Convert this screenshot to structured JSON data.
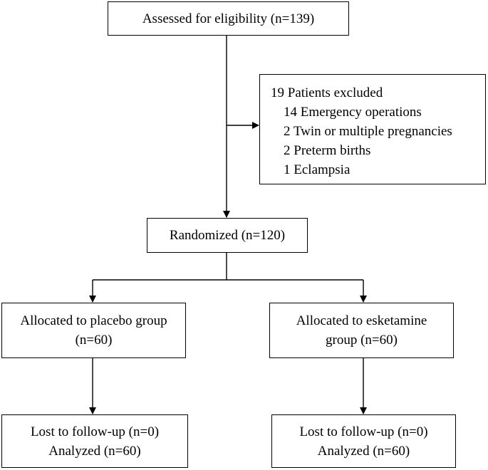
{
  "flowchart": {
    "assessed": {
      "text": "Assessed for eligibility (n=139)"
    },
    "excluded": {
      "heading": "19 Patients excluded",
      "reasons": [
        "14 Emergency operations",
        "2 Twin or multiple pregnancies",
        "2 Preterm births",
        "1 Eclampsia"
      ]
    },
    "randomized": {
      "text": "Randomized (n=120)"
    },
    "placebo": {
      "allocation_line1": "Allocated to placebo group",
      "allocation_line2": "(n=60)",
      "lost": "Lost to follow-up (n=0)",
      "analyzed": "Analyzed (n=60)"
    },
    "esketamine": {
      "allocation_line1": "Allocated to esketamine",
      "allocation_line2": "group (n=60)",
      "lost": "Lost to follow-up (n=0)",
      "analyzed": "Analyzed (n=60)"
    }
  }
}
